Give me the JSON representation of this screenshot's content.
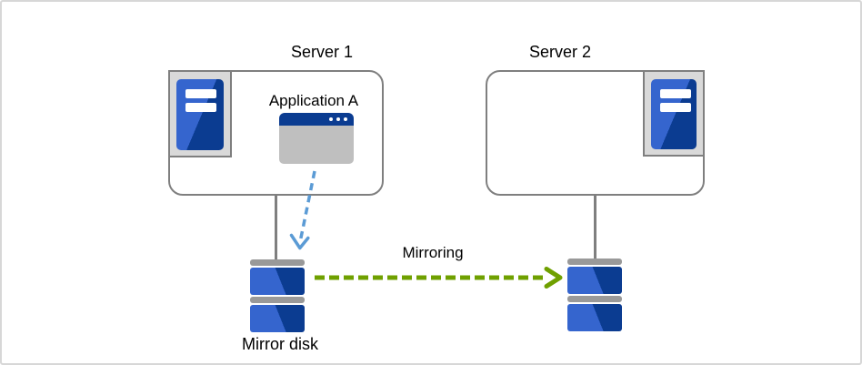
{
  "diagram": {
    "server1": {
      "label": "Server 1",
      "application_label": "Application A"
    },
    "server2": {
      "label": "Server 2"
    },
    "mirroring_label": "Mirroring",
    "mirror_disk_label": "Mirror disk"
  },
  "theme": {
    "accent_blue_dark": "#0B3C91",
    "accent_blue_light": "#3565CE",
    "arrow_blue": "#5B9BD5",
    "arrow_green": "#6FA000",
    "box_border_gray": "#7F7F7F",
    "frame_gray": "#D9D9D9",
    "bar_gray": "#999999",
    "window_body_gray": "#BFBFBF",
    "canvas_border": "#D7D7D7"
  }
}
